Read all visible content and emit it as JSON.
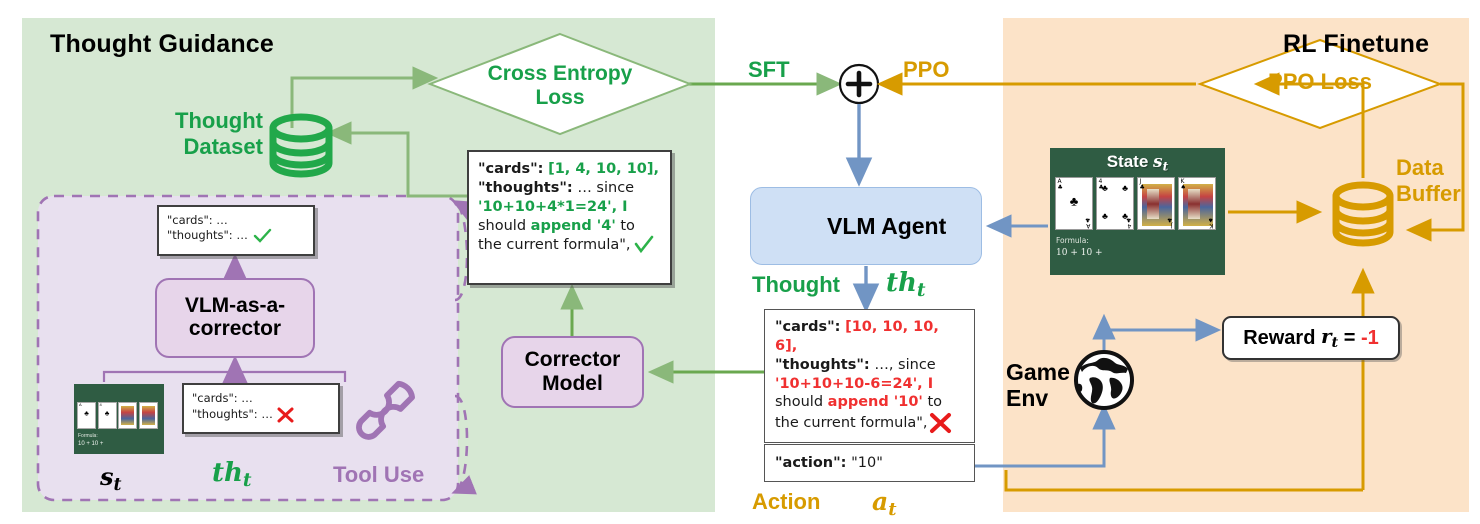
{
  "panels": {
    "left": {
      "title": "Thought Guidance",
      "bg": "#d6e8d3"
    },
    "right": {
      "title": "RL Finetune",
      "bg": "#fce3c8"
    }
  },
  "colors": {
    "green": "#18a04a",
    "green_arrow": "#8ab87a",
    "orange": "#d79b00",
    "purple": "#a074b4",
    "blue_arrow": "#7195c4",
    "red": "#f03030",
    "card_green": "#2f5c43"
  },
  "left_panel": {
    "thought_dataset_label": "Thought\nDataset",
    "thought_dataset_line1": "Thought",
    "thought_dataset_line2": "Dataset",
    "dataset_icon": "database-cylinder-icon",
    "cross_entropy_loss": "Cross Entropy\nLoss",
    "cross_entropy_line1": "Cross Entropy",
    "cross_entropy_line2": "Loss",
    "corrector_model_line1": "Corrector",
    "corrector_model_line2": "Model",
    "vlm_corrector_line1": "VLM-as-a-",
    "vlm_corrector_line2": "corrector",
    "tool_use_label": "Tool Use",
    "wrench_icon": "wrench-icon",
    "state_symbol": "s",
    "state_sub": "t",
    "thought_symbol": "th",
    "thought_sub": "t",
    "good_json_box": {
      "line1_key": "\"cards\":",
      "line1_val": "[1, 4, 10, 10],",
      "line2_key": "\"thoughts\":",
      "line2_rest": "… since",
      "line3": "'10+10+4*1=24', I",
      "line4_a": "should",
      "line4_b": "append '4'",
      "line4_c": "to",
      "line5": "the current formula\",",
      "mark": "check-mark-icon"
    },
    "corrector_out_box": {
      "line1": "\"cards\": …",
      "line2": "\"thoughts\": …",
      "mark": "check-mark-icon"
    },
    "corrector_in_box": {
      "line1": "\"cards\": …",
      "line2": "\"thoughts\": …",
      "mark": "cross-mark-icon"
    }
  },
  "center": {
    "sft_label": "SFT",
    "ppo_label": "PPO",
    "plus_node": "+",
    "agent_label": "VLM Agent",
    "agent_icon": "robot-icon",
    "thought_label": "Thought",
    "thought_symbol": "th",
    "thought_sub": "t",
    "action_label": "Action",
    "action_symbol": "a",
    "action_sub": "t",
    "bad_json_box": {
      "line1_key": "\"cards\":",
      "line1_val": "[10, 10, 10, 6],",
      "line2_key": "\"thoughts\":",
      "line2_rest": "…, since",
      "line3": "'10+10+10-6=24', I",
      "line4_a": "should",
      "line4_b": "append '10'",
      "line4_c": "to",
      "line5": "the current formula\",",
      "mark": "cross-mark-icon"
    },
    "action_box": {
      "key": "\"action\":",
      "value": "\"10\""
    }
  },
  "right_panel": {
    "ppo_loss_label": "PPO Loss",
    "data_buffer_line1": "Data",
    "data_buffer_line2": "Buffer",
    "buffer_icon": "database-cylinder-icon",
    "game_env_line1": "Game",
    "game_env_line2": "Env",
    "globe_icon": "globe-icon",
    "reward_label": "Reward",
    "reward_symbol": "r",
    "reward_sub": "t",
    "reward_eq": "=",
    "reward_value": "-1",
    "state": {
      "title_text": "State",
      "title_symbol": "s",
      "title_sub": "t",
      "formula_label": "Formula:",
      "formula_value": "10 + 10 +",
      "cards": [
        {
          "rank": "A",
          "suit": "♣"
        },
        {
          "rank": "4",
          "suit": "♣"
        },
        {
          "rank": "J",
          "suit": "♣"
        },
        {
          "rank": "K",
          "suit": "♠"
        }
      ]
    }
  }
}
